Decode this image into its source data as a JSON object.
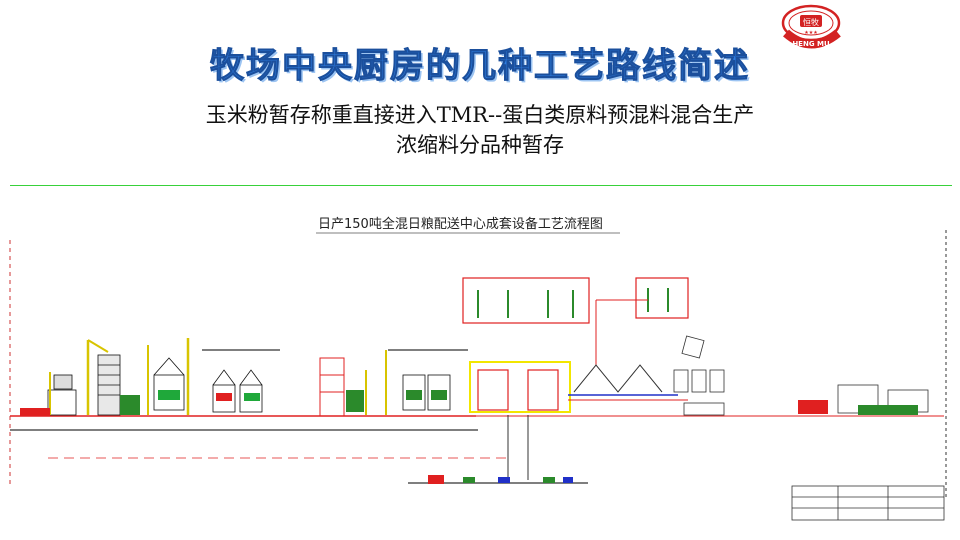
{
  "slide": {
    "title": "牧场中央厨房的几种工艺路线简述",
    "subtitle_line1": "玉米粉暂存称重直接进入TMR--蛋白类原料预混料混合生产",
    "subtitle_line2": "浓缩料分品种暂存"
  },
  "logo": {
    "text_cn": "恒牧",
    "text_en": "HENG MU",
    "color": "#d32222"
  },
  "diagram": {
    "title": "日产150吨全混日粮配送中心成套设备工艺流程图"
  },
  "colors": {
    "title_blue": "#2e7de0",
    "rule_green": "#38d13a",
    "line_red": "#e02020",
    "line_yellow": "#f2e600",
    "line_green": "#1fa83a",
    "line_blue": "#2030c8"
  }
}
